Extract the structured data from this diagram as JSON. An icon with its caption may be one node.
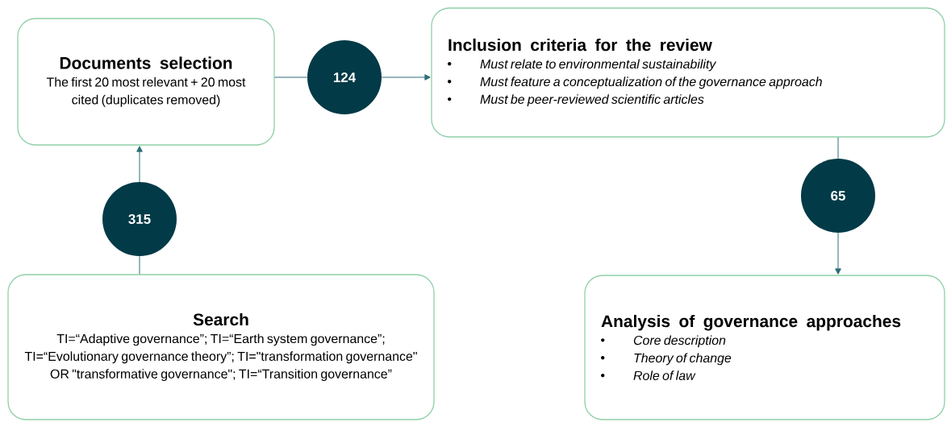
{
  "diagram": {
    "nodes": [
      {
        "text": [
          "Documents selection",
          "The first 20 most relevant + 20 most cited (duplicates removed)"
        ]
      },
      {
        "text": [
          "124"
        ]
      },
      {
        "text": [
          "Inclusion criteria for the review",
          "Must relate to environmental sustainability",
          "Must feature a conceptualization of the governance approach",
          "Must be peer-reviewed scientific articles"
        ]
      },
      {
        "text": [
          "315"
        ]
      },
      {
        "text": [
          "Search",
          "TI=“Adaptive governance”; TI=“Earth system governance”; TI=“Evolutionary governance theory”; TI=\"transformation governance\" OR \"transformative governance\"; TI=“Transition governance”"
        ]
      },
      {
        "text": [
          "65"
        ]
      },
      {
        "text": [
          "Analysis of governance approaches",
          "Core description",
          "Theory of change",
          "Role of law"
        ]
      }
    ],
    "edges": [
      {
        "from": 0,
        "to": 1,
        "arrow": "none"
      },
      {
        "from": 1,
        "to": 2,
        "arrow": "to"
      },
      {
        "from": 4,
        "to": 3,
        "arrow": "none"
      },
      {
        "from": 3,
        "to": 0,
        "arrow": "to"
      },
      {
        "from": 2,
        "to": 5,
        "arrow": "none"
      },
      {
        "from": 5,
        "to": 6,
        "arrow": "to"
      }
    ]
  }
}
